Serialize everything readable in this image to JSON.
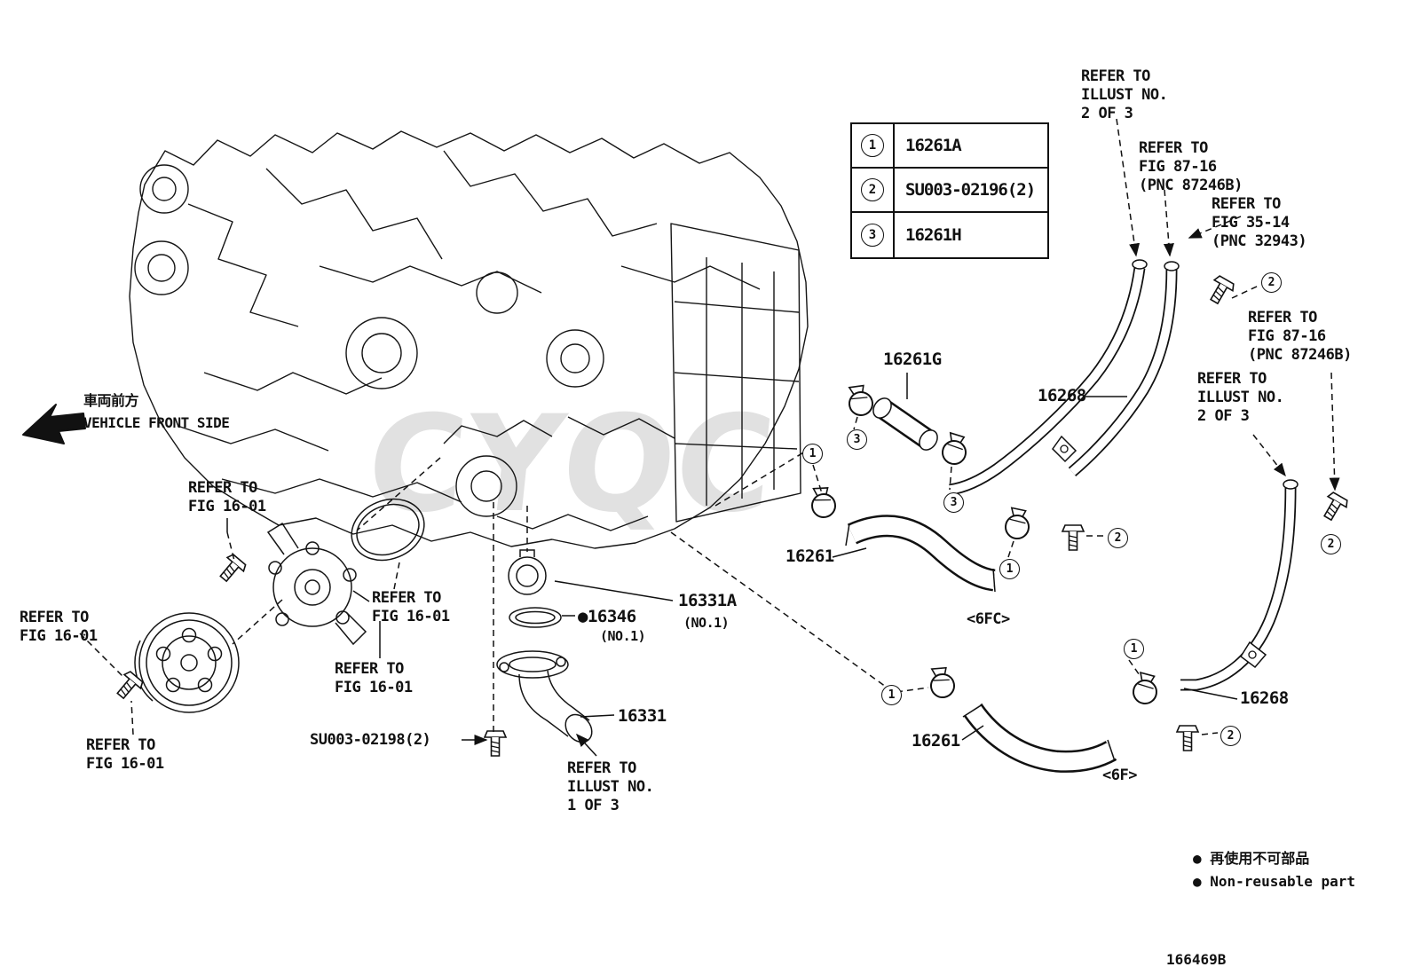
{
  "doc_id": "166469B",
  "watermark": "CYQC",
  "legend": {
    "rows": [
      {
        "num": "1",
        "part": "16261A"
      },
      {
        "num": "2",
        "part": "SU003-02196(2)"
      },
      {
        "num": "3",
        "part": "16261H"
      }
    ]
  },
  "callouts": {
    "n1": "1",
    "n2": "2",
    "n3": "3"
  },
  "direction": {
    "jp": "車両前方",
    "en": "VEHICLE FRONT SIDE"
  },
  "notes": {
    "illust_2of3_top": "REFER TO\nILLUST NO.\n2 OF 3",
    "fig_87_16_top": "REFER TO\nFIG 87-16\n(PNC 87246B)",
    "fig_35_14": "REFER TO\nFIG 35-14\n(PNC 32943)",
    "fig_87_16_right": "REFER TO\nFIG 87-16\n(PNC 87246B)",
    "illust_2of3_right": "REFER TO\nILLUST NO.\n2 OF 3",
    "fig_16_01_pulley_top": "REFER TO\nFIG 16-01",
    "fig_16_01_left": "REFER TO\nFIG 16-01",
    "fig_16_01_pump_right": "REFER TO\nFIG 16-01",
    "fig_16_01_pump_bottom": "REFER TO\nFIG 16-01",
    "fig_16_01_bolt": "REFER TO\nFIG 16-01",
    "illust_1of3": "REFER TO\nILLUST NO.\n1 OF 3"
  },
  "parts": {
    "p16261g": "16261G",
    "p16268_top": "16268",
    "p16268_right": "16268",
    "p16261_top": "16261",
    "p16261_bottom": "16261",
    "p16331a": "16331A",
    "p16331a_sub": "(NO.1)",
    "p16346": "●16346",
    "p16346_sub": "(NO.1)",
    "p16331": "16331",
    "su003_02198": "SU003-02198(2)",
    "engine_6fc": "<6FC>",
    "engine_6f": "<6F>"
  },
  "footnote": {
    "jp": "● 再使用不可部品",
    "en": "● Non-reusable part"
  }
}
